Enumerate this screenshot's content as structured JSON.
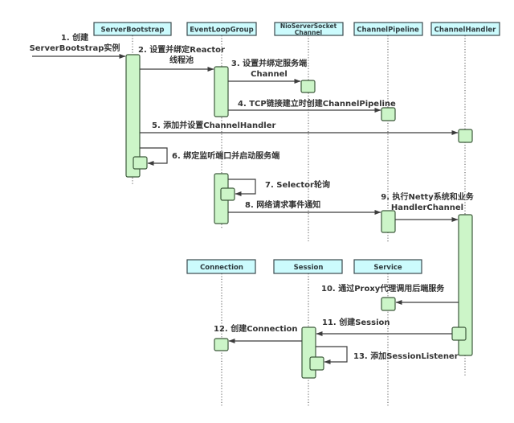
{
  "participants": [
    {
      "id": "bootstrap",
      "label": [
        "ServerBootstrap"
      ]
    },
    {
      "id": "eventloop",
      "label": [
        "EventLoopGroup"
      ]
    },
    {
      "id": "nio",
      "label": [
        "NioServerSocket",
        "Channel"
      ]
    },
    {
      "id": "pipeline",
      "label": [
        "ChannelPipeline"
      ]
    },
    {
      "id": "handler",
      "label": [
        "ChannelHandler"
      ]
    },
    {
      "id": "connection",
      "label": [
        "Connection"
      ]
    },
    {
      "id": "session",
      "label": [
        "Session"
      ]
    },
    {
      "id": "service",
      "label": [
        "Service"
      ]
    }
  ],
  "messages": [
    {
      "n": 1,
      "text": [
        "1. 创建",
        "ServerBootstrap实例"
      ],
      "from": "external",
      "to": "bootstrap"
    },
    {
      "n": 2,
      "text": [
        "2. 设置并绑定Reactor",
        "线程池"
      ],
      "from": "bootstrap",
      "to": "eventloop"
    },
    {
      "n": 3,
      "text": [
        "3. 设置并绑定服务端",
        "Channel"
      ],
      "from": "eventloop",
      "to": "nio"
    },
    {
      "n": 4,
      "text": [
        "4. TCP链接建立时创建ChannelPipeline"
      ],
      "from": "eventloop",
      "to": "pipeline"
    },
    {
      "n": 5,
      "text": [
        "5. 添加并设置ChannelHandler"
      ],
      "from": "bootstrap",
      "to": "handler"
    },
    {
      "n": 6,
      "text": [
        "6. 绑定监听端口并启动服务端"
      ],
      "from": "bootstrap",
      "to": "bootstrap"
    },
    {
      "n": 7,
      "text": [
        "7. Selector轮询"
      ],
      "from": "eventloop",
      "to": "eventloop"
    },
    {
      "n": 8,
      "text": [
        "8. 网络请求事件通知"
      ],
      "from": "eventloop",
      "to": "pipeline"
    },
    {
      "n": 9,
      "text": [
        "9. 执行Netty系统和业务",
        "HandlerChannel"
      ],
      "from": "pipeline",
      "to": "handler"
    },
    {
      "n": 10,
      "text": [
        "10. 通过Proxy代理调用后端服务"
      ],
      "from": "handler",
      "to": "service"
    },
    {
      "n": 11,
      "text": [
        "11. 创建Session"
      ],
      "from": "handler",
      "to": "session"
    },
    {
      "n": 12,
      "text": [
        "12. 创建Connection"
      ],
      "from": "session",
      "to": "connection"
    },
    {
      "n": 13,
      "text": [
        "13. 添加SessionListener"
      ],
      "from": "session",
      "to": "session"
    }
  ],
  "colors": {
    "header_fill": "#ccfbfd",
    "activation_fill": "#ccf5c8",
    "line": "#3c3c3c"
  }
}
